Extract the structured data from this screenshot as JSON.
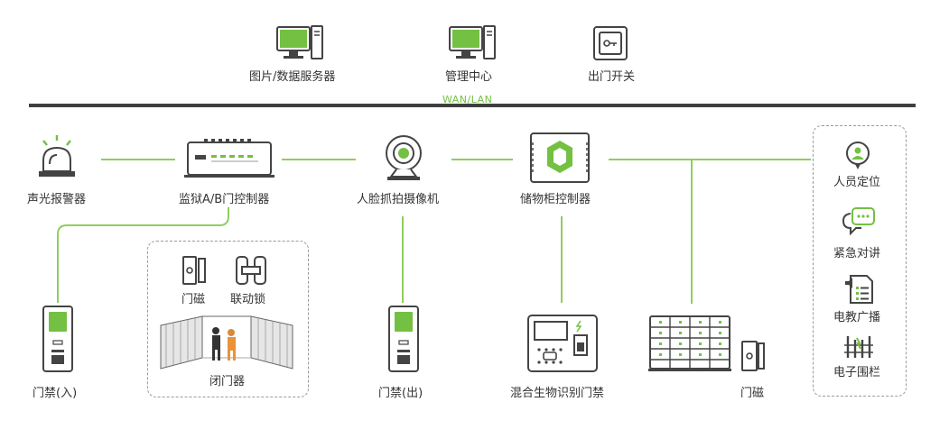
{
  "top": {
    "server_label": "图片/数据服务器",
    "center_label": "管理中心",
    "switch_label": "出门开关",
    "network_label": "WAN/LAN"
  },
  "row2": {
    "alarm_label": "声光报警器",
    "controller_label": "监狱A/B门控制器",
    "camera_label": "人脸抓拍摄像机",
    "locker_ctrl_label": "储物柜控制器"
  },
  "bottom": {
    "door_in_label": "门禁(入)",
    "magnet_label": "门磁",
    "linked_lock_label": "联动锁",
    "interlock_label": "闭门器",
    "door_out_label": "门禁(出)",
    "bio_label": "混合生物识别门禁",
    "cabinet_magnet_label": "门磁"
  },
  "side": {
    "items": [
      {
        "label": "人员定位",
        "icon": "person-location-icon"
      },
      {
        "label": "紧急对讲",
        "icon": "intercom-chat-icon"
      },
      {
        "label": "电教广播",
        "icon": "broadcast-icon"
      },
      {
        "label": "电子围栏",
        "icon": "electric-fence-icon"
      }
    ]
  },
  "colors": {
    "accent": "#74c043",
    "line": "#8fce5d",
    "bus": "#3f3f3f",
    "icon": "#444444"
  }
}
